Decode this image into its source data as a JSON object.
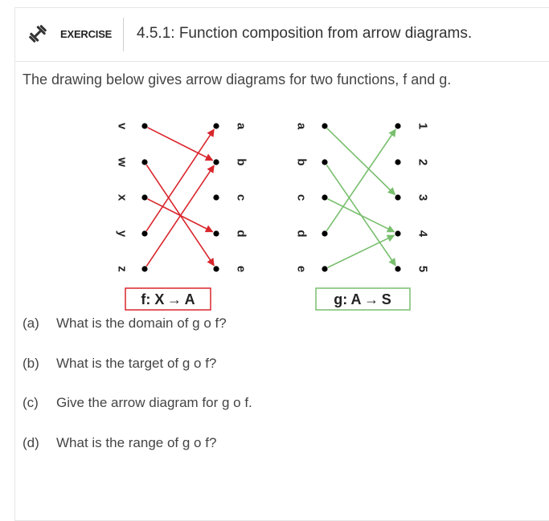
{
  "header": {
    "icon": "dumbbell-icon",
    "label": "EXERCISE",
    "title": "4.5.1: Function composition from arrow diagrams."
  },
  "intro": "The drawing below gives arrow diagrams for two functions, f and g.",
  "diagram_f": {
    "domain": [
      "v",
      "w",
      "x",
      "y",
      "z"
    ],
    "codomain": [
      "a",
      "b",
      "c",
      "d",
      "e"
    ],
    "caption": "f: X → A",
    "color": "#d9262c",
    "mapping": [
      [
        "v",
        "b"
      ],
      [
        "w",
        "e"
      ],
      [
        "x",
        "d"
      ],
      [
        "y",
        "a"
      ],
      [
        "z",
        "b"
      ]
    ]
  },
  "diagram_g": {
    "domain": [
      "a",
      "b",
      "c",
      "d",
      "e"
    ],
    "codomain": [
      "1",
      "2",
      "3",
      "4",
      "5"
    ],
    "caption": "g: A → S",
    "color": "#79bf6e",
    "mapping": [
      [
        "a",
        "3"
      ],
      [
        "b",
        "5"
      ],
      [
        "c",
        "4"
      ],
      [
        "d",
        "1"
      ],
      [
        "e",
        "4"
      ]
    ]
  },
  "questions": [
    {
      "label": "(a)",
      "text": "What is the domain of g o f?"
    },
    {
      "label": "(b)",
      "text": "What is the target of g o f?"
    },
    {
      "label": "(c)",
      "text": "Give the arrow diagram for g o f."
    },
    {
      "label": "(d)",
      "text": "What is the range of g o f?"
    }
  ]
}
